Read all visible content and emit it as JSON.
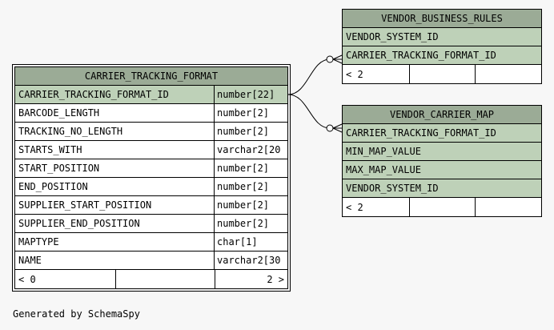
{
  "main_table": {
    "name": "CARRIER_TRACKING_FORMAT",
    "columns": [
      {
        "name": "CARRIER_TRACKING_FORMAT_ID",
        "type": "number[22]",
        "pk": true
      },
      {
        "name": "BARCODE_LENGTH",
        "type": "number[2]"
      },
      {
        "name": "TRACKING_NO_LENGTH",
        "type": "number[2]"
      },
      {
        "name": "STARTS_WITH",
        "type": "varchar2[20"
      },
      {
        "name": "START_POSITION",
        "type": "number[2]"
      },
      {
        "name": "END_POSITION",
        "type": "number[2]"
      },
      {
        "name": "SUPPLIER_START_POSITION",
        "type": "number[2]"
      },
      {
        "name": "SUPPLIER_END_POSITION",
        "type": "number[2]"
      },
      {
        "name": "MAPTYPE",
        "type": "char[1]"
      },
      {
        "name": "NAME",
        "type": "varchar2[30"
      }
    ],
    "footer_left": "< 0",
    "footer_right": "2 >"
  },
  "vendor_business_rules": {
    "name": "VENDOR_BUSINESS_RULES",
    "columns": [
      "VENDOR_SYSTEM_ID",
      "CARRIER_TRACKING_FORMAT_ID"
    ],
    "footer_left": "< 2"
  },
  "vendor_carrier_map": {
    "name": "VENDOR_CARRIER_MAP",
    "columns": [
      "CARRIER_TRACKING_FORMAT_ID",
      "MIN_MAP_VALUE",
      "MAX_MAP_VALUE",
      "VENDOR_SYSTEM_ID"
    ],
    "footer_left": "< 2"
  },
  "generated_by": "Generated by SchemaSpy"
}
